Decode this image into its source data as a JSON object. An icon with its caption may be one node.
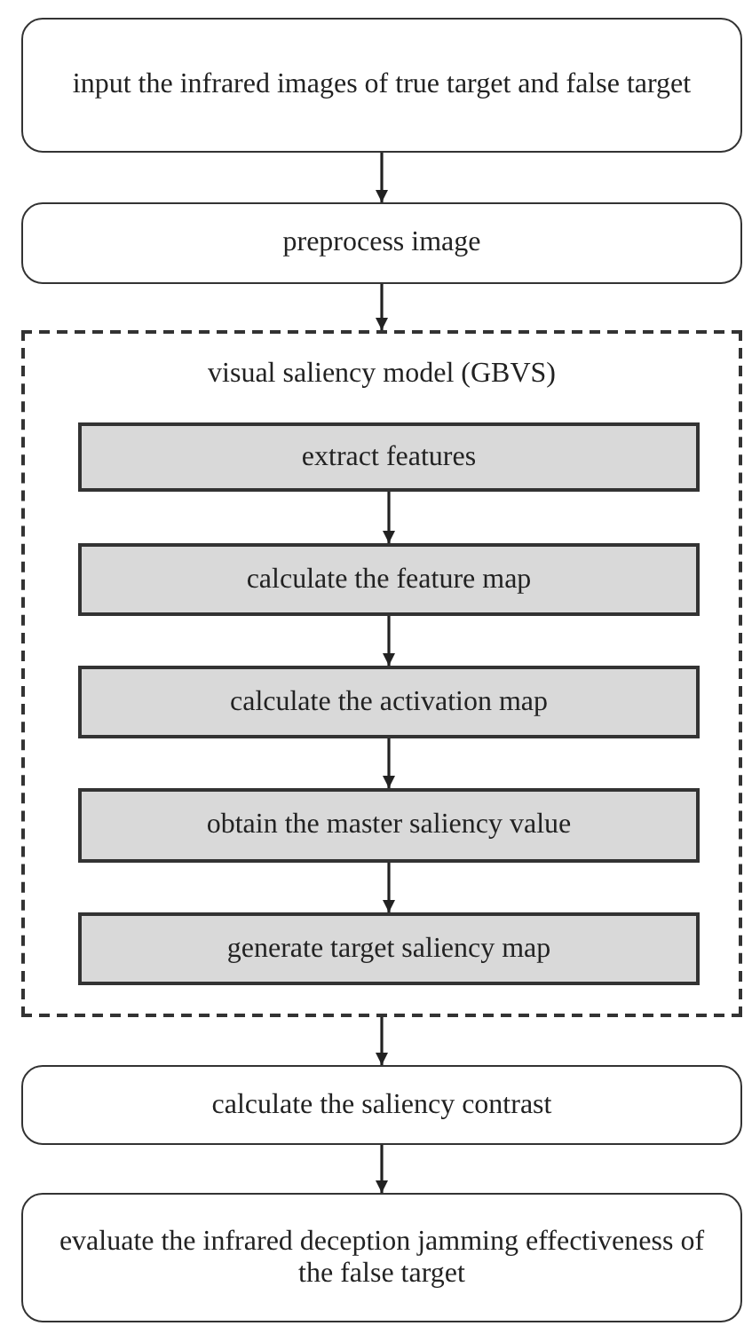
{
  "diagram": {
    "nodes": [
      {
        "text": [
          "input the infrared images of true target and false target"
        ]
      },
      {
        "text": [
          "preprocess image"
        ]
      },
      {
        "text": [
          "visual saliency model (GBVS)"
        ]
      },
      {
        "text": [
          "extract features"
        ],
        "in": 2
      },
      {
        "text": [
          "calculate the feature map"
        ],
        "in": 2
      },
      {
        "text": [
          "calculate the activation map"
        ],
        "in": 2
      },
      {
        "text": [
          "obtain the master saliency value"
        ],
        "in": 2
      },
      {
        "text": [
          "generate target saliency map"
        ],
        "in": 2
      },
      {
        "text": [
          "calculate the saliency contrast"
        ]
      },
      {
        "text": [
          "evaluate the infrared deception jamming effectiveness of the false target"
        ]
      }
    ],
    "edges": [
      {
        "from": 0,
        "to": 1,
        "arrow": "to"
      },
      {
        "from": 1,
        "to": 2,
        "arrow": "to"
      },
      {
        "from": 3,
        "to": 4,
        "arrow": "to"
      },
      {
        "from": 4,
        "to": 5,
        "arrow": "to"
      },
      {
        "from": 5,
        "to": 6,
        "arrow": "to"
      },
      {
        "from": 6,
        "to": 7,
        "arrow": "to"
      },
      {
        "from": 2,
        "to": 8,
        "arrow": "to"
      },
      {
        "from": 8,
        "to": 9,
        "arrow": "to"
      }
    ]
  }
}
